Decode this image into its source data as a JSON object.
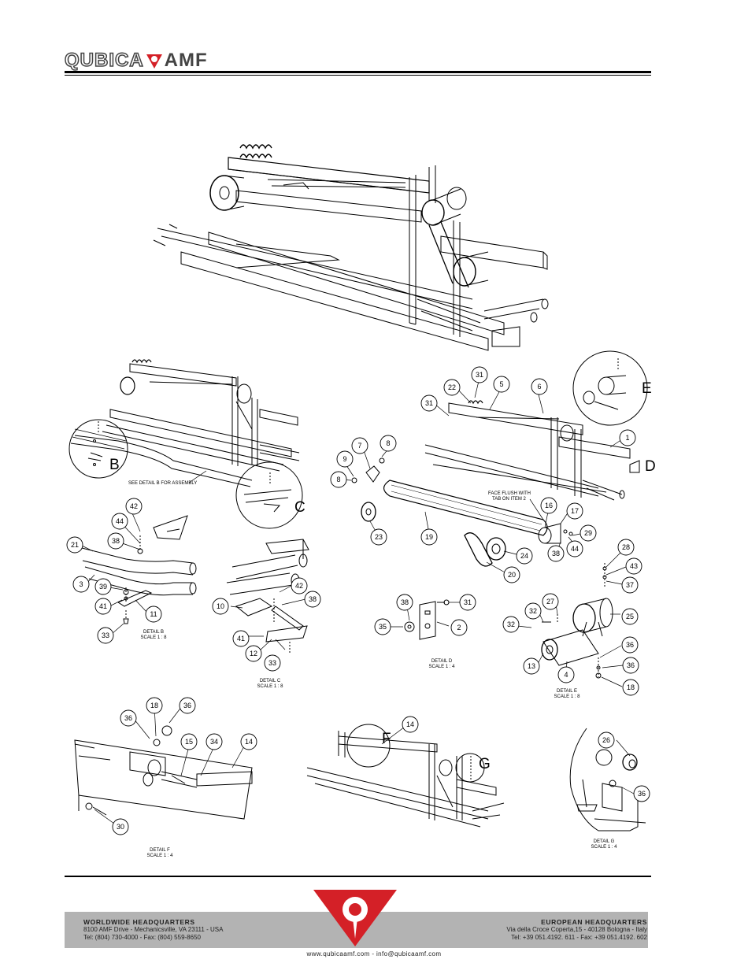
{
  "header": {
    "brand_left": "QUBICA",
    "brand_right": "AMF"
  },
  "callouts": [
    {
      "n": "31"
    },
    {
      "n": "22"
    },
    {
      "n": "5"
    },
    {
      "n": "6"
    },
    {
      "n": "31"
    },
    {
      "n": "1"
    },
    {
      "n": "8"
    },
    {
      "n": "7"
    },
    {
      "n": "9"
    },
    {
      "n": "8"
    },
    {
      "n": "16"
    },
    {
      "n": "17"
    },
    {
      "n": "29"
    },
    {
      "n": "44"
    },
    {
      "n": "38"
    },
    {
      "n": "23"
    },
    {
      "n": "19"
    },
    {
      "n": "24"
    },
    {
      "n": "20"
    },
    {
      "n": "42"
    },
    {
      "n": "44"
    },
    {
      "n": "38"
    },
    {
      "n": "21"
    },
    {
      "n": "3"
    },
    {
      "n": "39"
    },
    {
      "n": "41"
    },
    {
      "n": "11"
    },
    {
      "n": "33"
    },
    {
      "n": "42"
    },
    {
      "n": "38"
    },
    {
      "n": "10"
    },
    {
      "n": "41"
    },
    {
      "n": "12"
    },
    {
      "n": "33"
    },
    {
      "n": "38"
    },
    {
      "n": "31"
    },
    {
      "n": "35"
    },
    {
      "n": "2"
    },
    {
      "n": "28"
    },
    {
      "n": "43"
    },
    {
      "n": "37"
    },
    {
      "n": "27"
    },
    {
      "n": "32"
    },
    {
      "n": "25"
    },
    {
      "n": "32"
    },
    {
      "n": "36"
    },
    {
      "n": "36"
    },
    {
      "n": "13"
    },
    {
      "n": "4"
    },
    {
      "n": "18"
    },
    {
      "n": "36"
    },
    {
      "n": "18"
    },
    {
      "n": "36"
    },
    {
      "n": "15"
    },
    {
      "n": "34"
    },
    {
      "n": "14"
    },
    {
      "n": "30"
    },
    {
      "n": "14"
    },
    {
      "n": "26"
    },
    {
      "n": "36"
    }
  ],
  "detail_letters": {
    "B": "B",
    "C": "C",
    "D": "D",
    "E": "E",
    "F": "F",
    "G": "G"
  },
  "notes": {
    "see_detail_b": "SEE DETAIL B FOR ASSEMBLY",
    "face_flush_1": "FACE FLUSH WITH",
    "face_flush_2": "TAB ON ITEM 2"
  },
  "captions": {
    "detail_b": [
      "DETAIL B",
      "SCALE 1 : 8"
    ],
    "detail_c": [
      "DETAIL C",
      "SCALE 1 : 8"
    ],
    "detail_d": [
      "DETAIL D",
      "SCALE 1 : 4"
    ],
    "detail_e": [
      "DETAIL E",
      "SCALE 1 : 8"
    ],
    "detail_f": [
      "DETAIL F",
      "SCALE 1 : 4"
    ],
    "detail_g": [
      "DETAIL G",
      "SCALE 1 : 4"
    ]
  },
  "footer": {
    "left_title": "WORLDWIDE HEADQUARTERS",
    "left_line1": "8100 AMF Drive - Mechanicsville, VA 23111 - USA",
    "left_line2": "Tel: (804) 730-4000 - Fax: (804) 559-8650",
    "right_title": "EUROPEAN HEADQUARTERS",
    "right_line1": "Via della Croce Coperta,15 - 40128 Bologna - Italy",
    "right_line2": "Tel: +39 051.4192. 611 - Fax: +39 051.4192. 602",
    "web": "www.qubicaamf.com - info@qubicaamf.com"
  },
  "colors": {
    "brand_red": "#d42027",
    "footer_band": "#b3b3b3",
    "line": "#000000"
  }
}
